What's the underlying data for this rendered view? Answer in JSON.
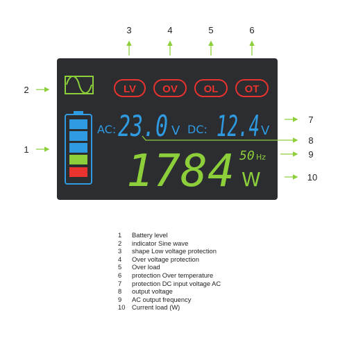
{
  "display": {
    "background_color": "#2b2d30",
    "badges": [
      {
        "label": "LV"
      },
      {
        "label": "OV"
      },
      {
        "label": "OL"
      },
      {
        "label": "OT"
      }
    ],
    "badge_color": "#e8332f",
    "ac_label": "AC:",
    "ac_voltage": "23.0",
    "ac_unit": "V",
    "dc_label": "DC:",
    "dc_voltage": "12.4",
    "dc_unit": "V",
    "load_value": "1784",
    "load_unit": "W",
    "frequency_value": "50",
    "frequency_unit": "Hz",
    "blue_color": "#2f9be3",
    "green_color": "#8ccf3a",
    "battery": {
      "outline_color": "#2f9be3",
      "bars": [
        {
          "color": "#2f9be3"
        },
        {
          "color": "#2f9be3"
        },
        {
          "color": "#2f9be3"
        },
        {
          "color": "#8ccf3a"
        },
        {
          "color": "#e8332f"
        }
      ]
    },
    "sine_icon_color": "#8ccf3a"
  },
  "callouts": [
    {
      "number": "1"
    },
    {
      "number": "2"
    },
    {
      "number": "3"
    },
    {
      "number": "4"
    },
    {
      "number": "5"
    },
    {
      "number": "6"
    },
    {
      "number": "7"
    },
    {
      "number": "8"
    },
    {
      "number": "9"
    },
    {
      "number": "10"
    }
  ],
  "arrow_color": "#8ccf3a",
  "legend": [
    {
      "number": "1",
      "text": "Battery level"
    },
    {
      "number": "2",
      "text": "indicator Sine wave"
    },
    {
      "number": "3",
      "text": "shape Low voltage protection"
    },
    {
      "number": "4",
      "text": "Over voltage protection"
    },
    {
      "number": "5",
      "text": "Over load"
    },
    {
      "number": "6",
      "text": "protection Over temperature"
    },
    {
      "number": "7",
      "text": "protection DC input voltage AC"
    },
    {
      "number": "8",
      "text": "output voltage"
    },
    {
      "number": "9",
      "text": "AC output frequency"
    },
    {
      "number": "10",
      "text": "Current load (W)"
    }
  ]
}
